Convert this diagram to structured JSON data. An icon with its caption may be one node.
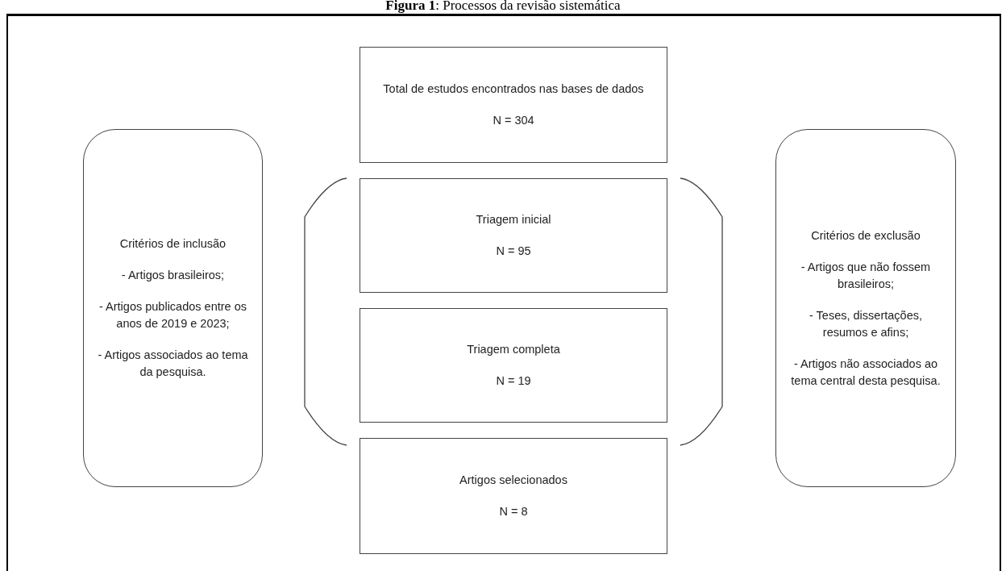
{
  "diagram": {
    "title": "**Figura 1**: Processos da revisão sistemática",
    "nodes": [
      {
        "text": [
          "Total de estudos encontrados nas bases de dados",
          "N = 304"
        ]
      },
      {
        "text": [
          "Critérios de inclusão",
          "- Artigos brasileiros;",
          "- Artigos publicados entre os anos de 2019 e 2023;",
          "- Artigos associados ao tema da pesquisa."
        ]
      },
      {
        "text": [
          "Triagem inicial",
          "N = 95"
        ]
      },
      {
        "text": [
          "Triagem completa",
          "N = 19"
        ]
      },
      {
        "text": [
          "Artigos selecionados",
          "N = 8"
        ]
      },
      {
        "text": [
          "Critérios de exclusão",
          "- Artigos que não fossem brasileiros;",
          "- Teses, dissertações, resumos e afins;",
          "- Artigos não associados ao tema central desta pesquisa."
        ]
      }
    ]
  }
}
